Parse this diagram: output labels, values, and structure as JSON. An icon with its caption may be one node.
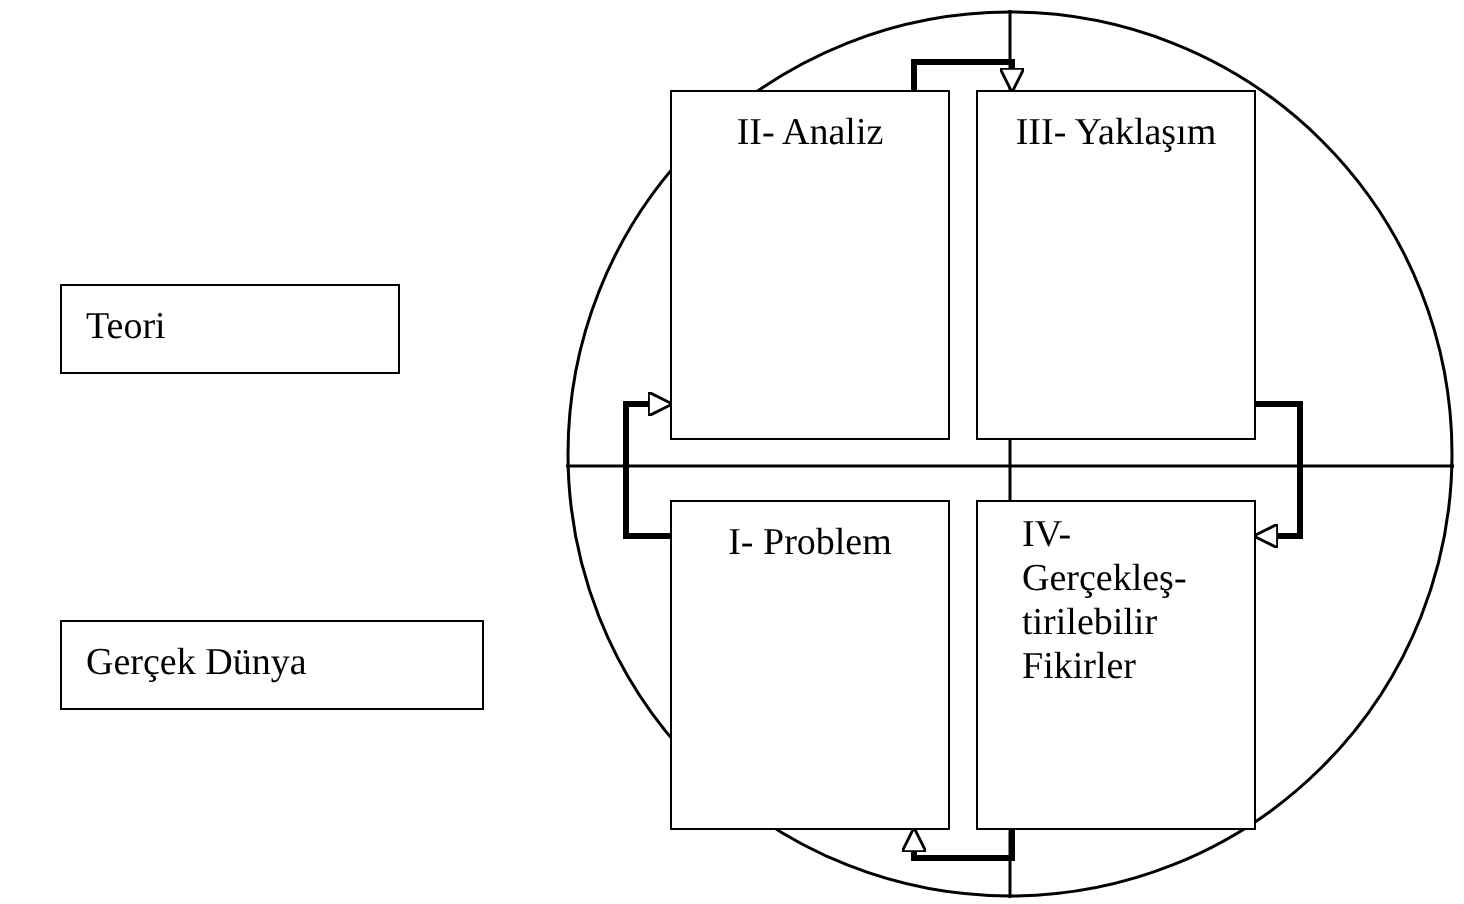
{
  "diagram": {
    "nodes": [
      {
        "text": [
          "Teori"
        ]
      },
      {
        "text": [
          "Gerçek Dünya"
        ]
      },
      {
        "text": [],
        "shape": "circle"
      },
      {
        "text": [
          "II- Analiz"
        ],
        "in": 2
      },
      {
        "text": [
          "III- Yaklaşım"
        ],
        "in": 2
      },
      {
        "text": [
          "I- Problem"
        ],
        "in": 2
      },
      {
        "text": [
          "IV- Gerçekleş- tirilebilir Fikirler"
        ],
        "in": 2
      }
    ],
    "edges": [
      {
        "from": 5,
        "to": 3,
        "arrow": "to"
      },
      {
        "from": 3,
        "to": 4,
        "arrow": "to"
      },
      {
        "from": 4,
        "to": 6,
        "arrow": "to"
      },
      {
        "from": 6,
        "to": 5,
        "arrow": "to"
      }
    ]
  }
}
